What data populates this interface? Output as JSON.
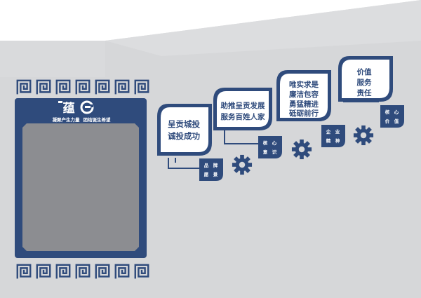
{
  "colors": {
    "navy": "#2f4b7c",
    "wall": "#d6d7d9",
    "wall_light": "#e1e2e4",
    "photo": "#8c8d91",
    "white": "#ffffff"
  },
  "board": {
    "slogan_left": "凝聚产生力量",
    "slogan_right": "团结诞生希望"
  },
  "cards": [
    {
      "lines": [
        "呈贡城投",
        "诚投成功"
      ],
      "tag": [
        "品",
        "牌",
        "愿",
        "景"
      ]
    },
    {
      "lines": [
        "助推呈贡发展",
        "服务百姓人家"
      ],
      "tag": [
        "核",
        "心",
        "意",
        "识"
      ]
    },
    {
      "lines": [
        "唯实求是",
        "廉洁包容",
        "勇猛精进",
        "砥砺前行"
      ],
      "tag": [
        "企",
        "业",
        "精",
        "神"
      ]
    },
    {
      "lines": [
        "价值",
        "服务",
        "责任"
      ],
      "tag": [
        "核",
        "心",
        "价",
        "值"
      ]
    }
  ],
  "icons": [
    "gear-icon",
    "gear-icon",
    "gear-icon",
    "gear-icon",
    "logo-icon",
    "company-logo-icon",
    "fret-pattern-icon"
  ]
}
